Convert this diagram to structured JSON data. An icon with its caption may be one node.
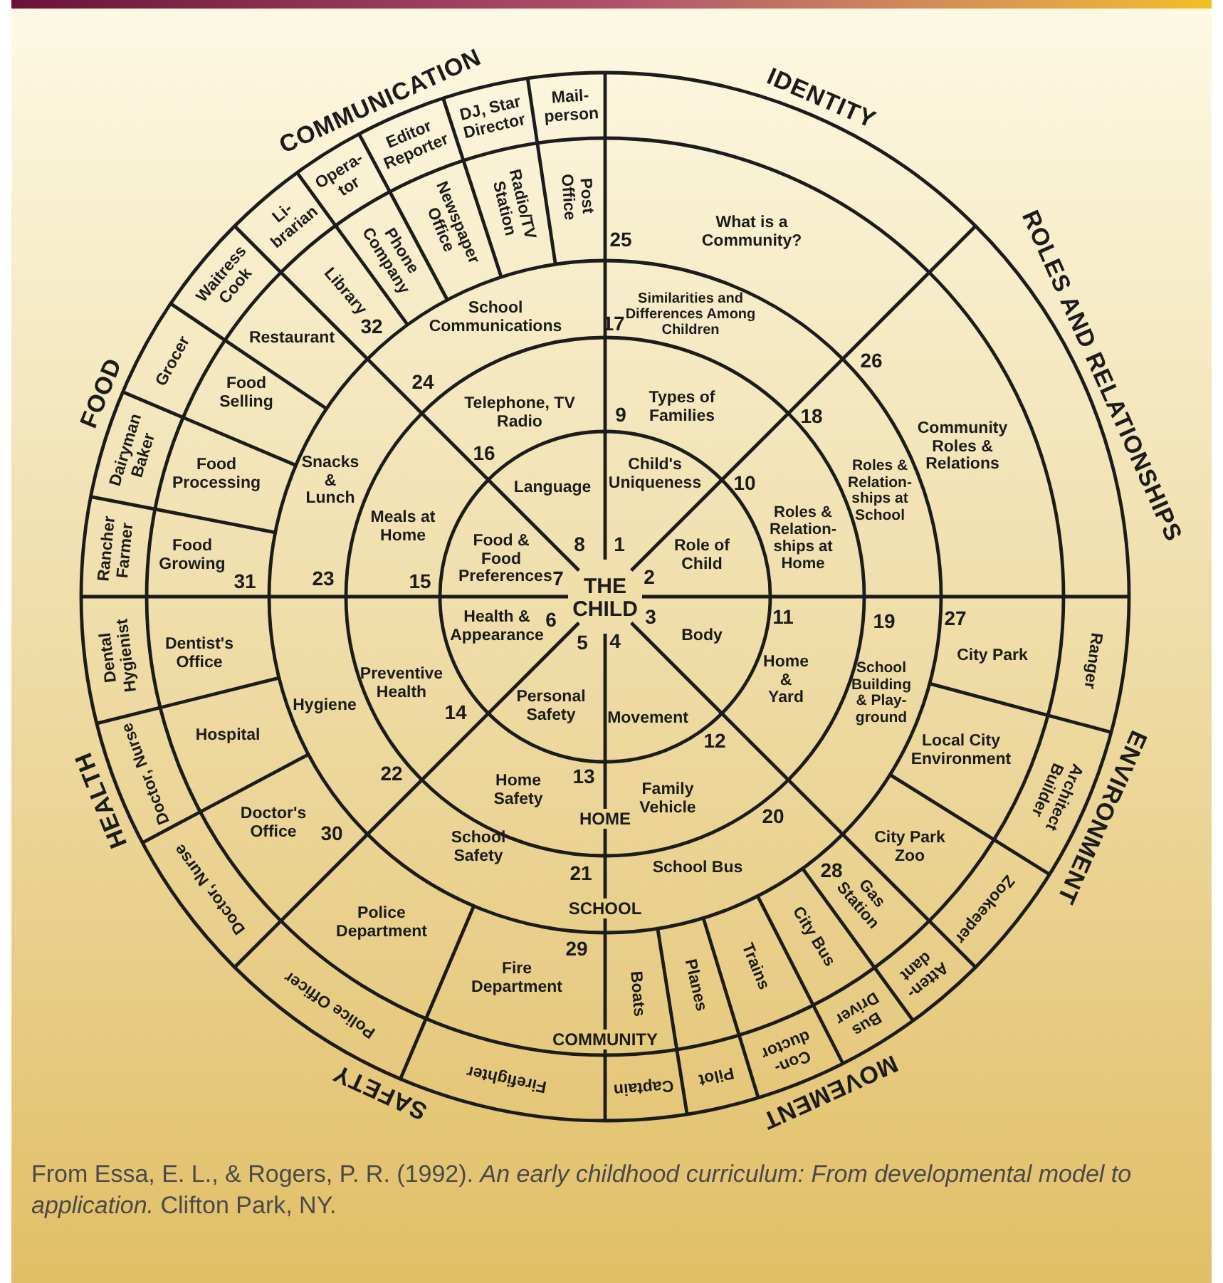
{
  "diagram": {
    "caption": "From Essa, E. L., & Rogers, P. R. (1992). *An early childhood curriculum: From developmental model to application.* Clifton Park, NY.",
    "nodes": [
      {
        "text": [
          "Child's Uniqueness"
        ]
      },
      {
        "text": [
          "Role of Child"
        ]
      },
      {
        "text": [
          "Body"
        ]
      },
      {
        "text": [
          "Movement"
        ]
      },
      {
        "text": [
          "Personal Safety"
        ]
      },
      {
        "text": [
          "Health & Appearance"
        ]
      },
      {
        "text": [
          "Food & Food Preferences"
        ]
      },
      {
        "text": [
          "Language"
        ]
      },
      {
        "text": [
          "Types of Families"
        ]
      },
      {
        "text": [
          "Roles & Relation- ships at Home"
        ]
      },
      {
        "text": [
          "Home & Yard"
        ]
      },
      {
        "text": [
          "Family Vehicle"
        ]
      },
      {
        "text": [
          "Home Safety"
        ]
      },
      {
        "text": [
          "Preventive Health"
        ]
      },
      {
        "text": [
          "Meals at Home"
        ]
      },
      {
        "text": [
          "Telephone, TV Radio"
        ]
      },
      {
        "text": [
          "Similarities and Differences Among Children"
        ]
      },
      {
        "text": [
          "Roles & Relation- ships at School"
        ]
      },
      {
        "text": [
          "School Building & Play- ground"
        ]
      },
      {
        "text": [
          "School Bus"
        ]
      },
      {
        "text": [
          "School Safety"
        ]
      },
      {
        "text": [
          "Hygiene"
        ]
      },
      {
        "text": [
          "Snacks & Lunch"
        ]
      },
      {
        "text": [
          "School Communications"
        ]
      },
      {
        "text": [
          "What is a Community?"
        ]
      },
      {
        "text": [
          "Community Roles & Relations"
        ]
      },
      {
        "text": [
          "City Park"
        ]
      },
      {
        "text": [
          "Local City Environment"
        ]
      },
      {
        "text": [
          "City Park Zoo"
        ]
      },
      {
        "text": [
          "Gas Station"
        ]
      },
      {
        "text": [
          "City Bus"
        ]
      },
      {
        "text": [
          "Trains"
        ]
      },
      {
        "text": [
          "Planes"
        ]
      },
      {
        "text": [
          "Boats"
        ]
      },
      {
        "text": [
          "Fire Department"
        ]
      },
      {
        "text": [
          "Police Department"
        ]
      },
      {
        "text": [
          "Doctor's Office"
        ]
      },
      {
        "text": [
          "Hospital"
        ]
      },
      {
        "text": [
          "Dentist's Office"
        ]
      },
      {
        "text": [
          "Food Growing"
        ]
      },
      {
        "text": [
          "Food Processing"
        ]
      },
      {
        "text": [
          "Food Selling"
        ]
      },
      {
        "text": [
          "Restaurant"
        ]
      },
      {
        "text": [
          "Library"
        ]
      },
      {
        "text": [
          "Phone Company"
        ]
      },
      {
        "text": [
          "Newspaper Office"
        ]
      },
      {
        "text": [
          "Radio/TV Station"
        ]
      },
      {
        "text": [
          "Post Office"
        ]
      },
      {
        "text": [
          "Ranger"
        ]
      },
      {
        "text": [
          "Architect Builder"
        ]
      },
      {
        "text": [
          "Zookeeper"
        ]
      },
      {
        "text": [
          "Atten- dant"
        ]
      },
      {
        "text": [
          "Bus Driver"
        ]
      },
      {
        "text": [
          "Con- ductor"
        ]
      },
      {
        "text": [
          "Pilot"
        ]
      },
      {
        "text": [
          "Captain"
        ]
      },
      {
        "text": [
          "Firefighter"
        ]
      },
      {
        "text": [
          "Police Officer"
        ]
      },
      {
        "text": [
          "Doctor, Nurse"
        ]
      },
      {
        "text": [
          "Doctor, Nurse"
        ]
      },
      {
        "text": [
          "Dental Hygienist"
        ]
      },
      {
        "text": [
          "Rancher Farmer"
        ]
      },
      {
        "text": [
          "Dairyman Baker"
        ]
      },
      {
        "text": [
          "Grocer"
        ]
      },
      {
        "text": [
          "Waitress Cook"
        ]
      },
      {
        "text": [
          "Li- brarian"
        ]
      },
      {
        "text": [
          "Opera- tor"
        ]
      },
      {
        "text": [
          "Editor Reporter"
        ]
      },
      {
        "text": [
          "DJ, Star Director"
        ]
      },
      {
        "text": [
          "Mail- person"
        ]
      }
    ],
    "labels": [
      "COMMUNICATION",
      "IDENTITY",
      "ROLES AND RELATIONSHIPS",
      "FOOD",
      "THE CHILD",
      "ENVIRONMENT",
      "HEALTH",
      "HOME",
      "SCHOOL",
      "COMMUNITY",
      "MOVEMENT",
      "SAFETY",
      "1",
      "2",
      "3",
      "4",
      "5",
      "6",
      "7",
      "8",
      "9",
      "10",
      "11",
      "12",
      "13",
      "14",
      "15",
      "16",
      "17",
      "18",
      "19",
      "20",
      "21",
      "22",
      "23",
      "24",
      "25",
      "26",
      "27",
      "28",
      "29",
      "30",
      "31",
      "32"
    ]
  }
}
